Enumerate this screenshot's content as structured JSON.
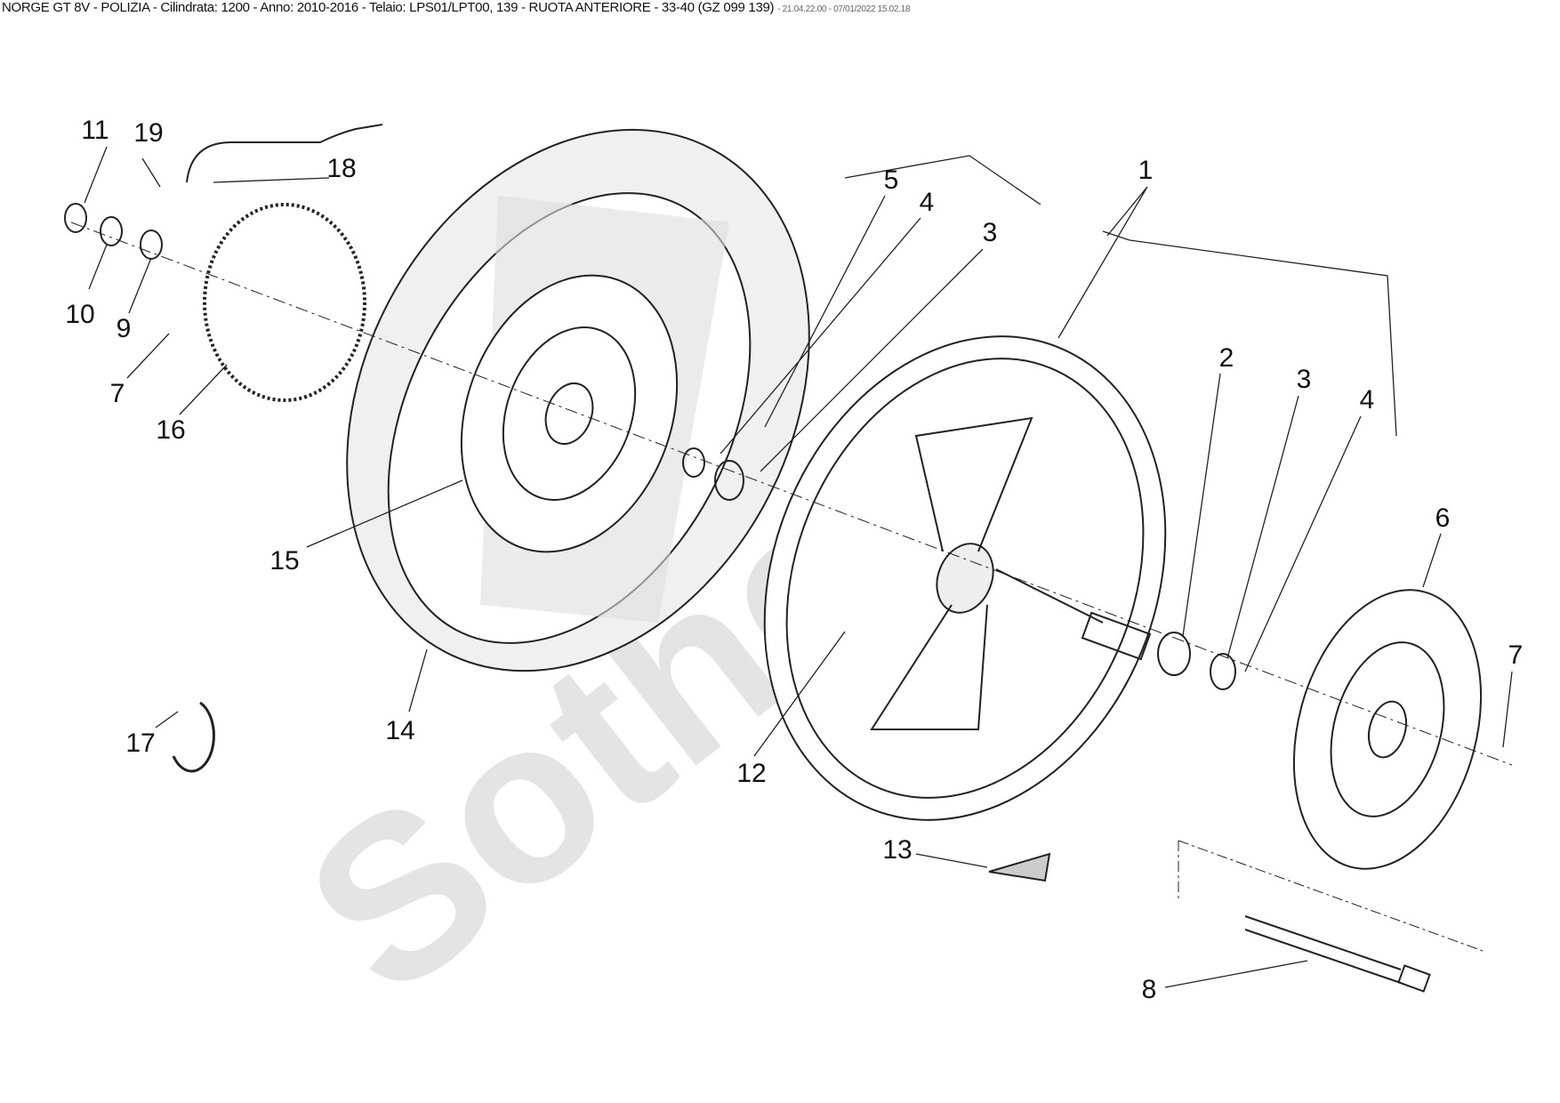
{
  "header": {
    "title": "NORGE GT 8V - POLIZIA - Cilindrata: 1200 - Anno: 2010-2016 - Telaio: LPS01/LPT00, 139 - RUOTA ANTERIORE - 33-40 (GZ 099 139)",
    "timestamp": "- 21.04.22.00 - 07/01/2022 15.02.18"
  },
  "watermark": "Sotheby",
  "callouts": [
    {
      "id": "11",
      "label": "11"
    },
    {
      "id": "19",
      "label": "19"
    },
    {
      "id": "18",
      "label": "18"
    },
    {
      "id": "10",
      "label": "10"
    },
    {
      "id": "9",
      "label": "9"
    },
    {
      "id": "7a",
      "label": "7"
    },
    {
      "id": "16",
      "label": "16"
    },
    {
      "id": "15",
      "label": "15"
    },
    {
      "id": "14",
      "label": "14"
    },
    {
      "id": "17",
      "label": "17"
    },
    {
      "id": "5",
      "label": "5"
    },
    {
      "id": "4a",
      "label": "4"
    },
    {
      "id": "3a",
      "label": "3"
    },
    {
      "id": "1",
      "label": "1"
    },
    {
      "id": "2",
      "label": "2"
    },
    {
      "id": "3b",
      "label": "3"
    },
    {
      "id": "4b",
      "label": "4"
    },
    {
      "id": "6",
      "label": "6"
    },
    {
      "id": "7b",
      "label": "7"
    },
    {
      "id": "12",
      "label": "12"
    },
    {
      "id": "13",
      "label": "13"
    },
    {
      "id": "8",
      "label": "8"
    }
  ]
}
